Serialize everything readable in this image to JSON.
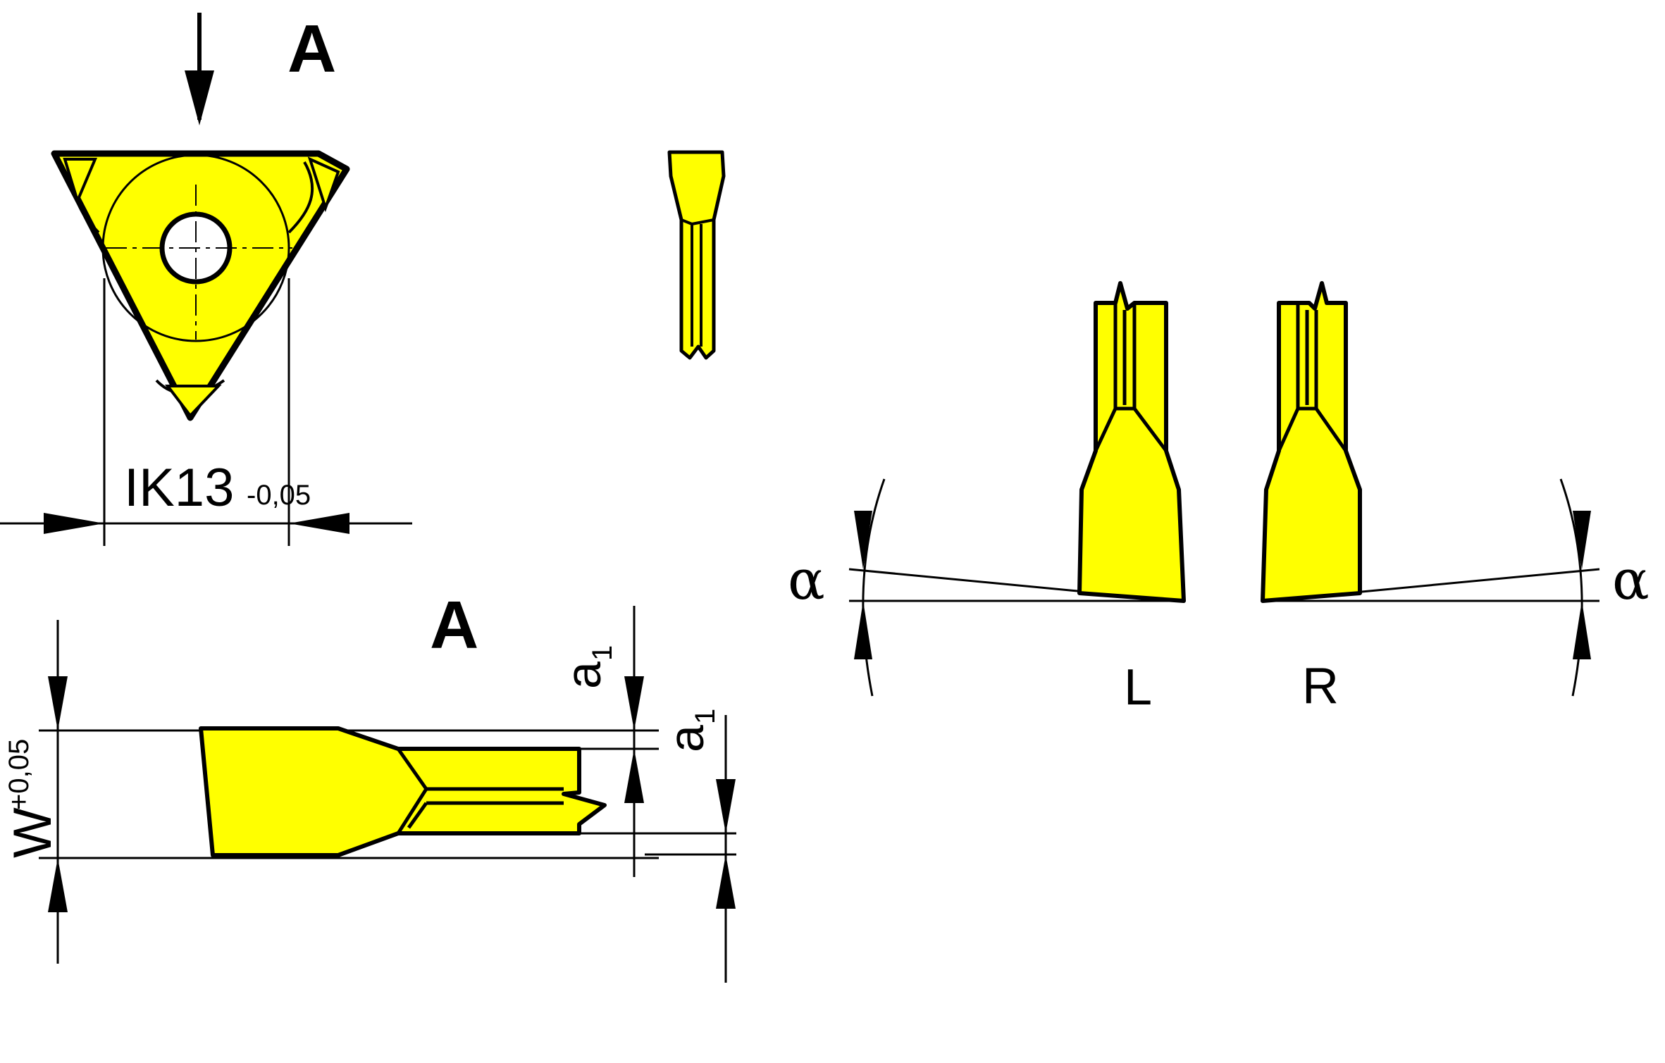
{
  "view_labels": {
    "top_view": "A",
    "front_view": "A"
  },
  "dimensions": {
    "inscribed_circle": "IK13",
    "inscribed_circle_tolerance": "-0,05",
    "width_symbol": "W",
    "width_tolerance": "+0,05",
    "a1_upper_main": "a",
    "a1_upper_sub": "1",
    "a1_lower_main": "a",
    "a1_lower_sub": "1"
  },
  "hand_labels": {
    "left": "L",
    "right": "R"
  },
  "angle_labels": {
    "left": "α",
    "right": "α"
  },
  "colors": {
    "insert_fill": "#ffff00",
    "line": "#000000",
    "background": "#ffffff"
  }
}
